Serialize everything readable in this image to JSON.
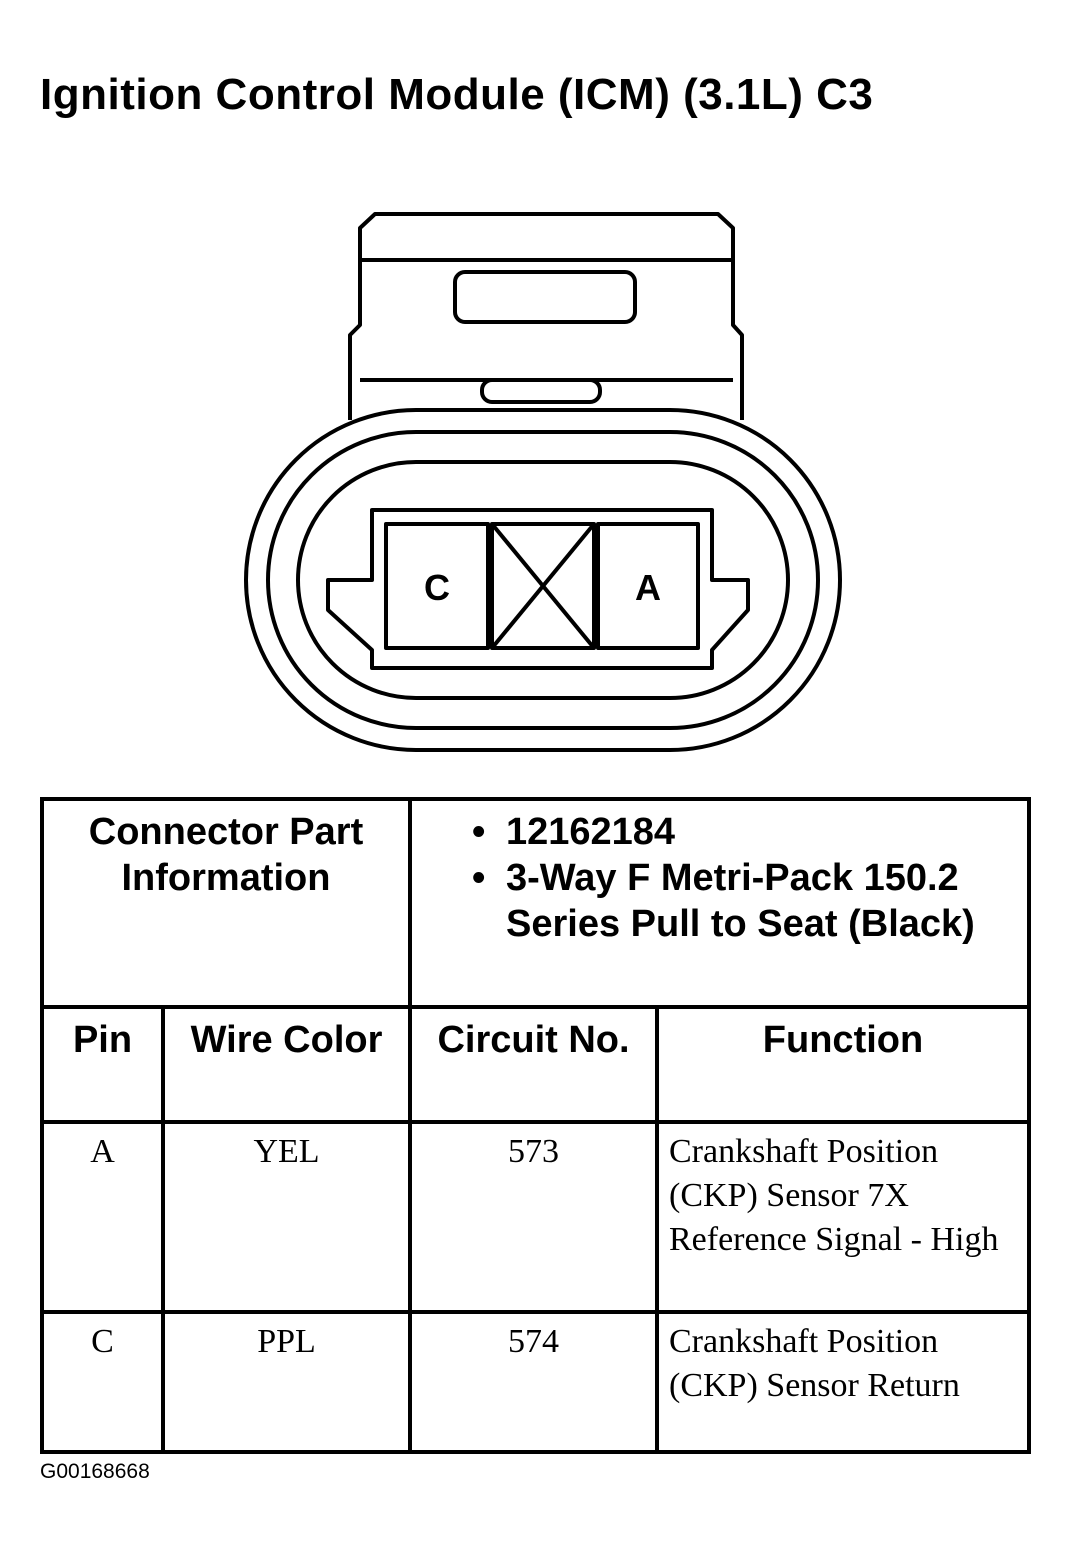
{
  "title": "Ignition Control Module (ICM) (3.1L) C3",
  "connector": {
    "cavity_left_label": "C",
    "cavity_right_label": "A"
  },
  "part_info": {
    "label": "Connector Part Information",
    "items": [
      "12162184",
      "3-Way F Metri-Pack 150.2 Series Pull to Seat (Black)"
    ]
  },
  "columns": {
    "pin": "Pin",
    "wire_color": "Wire Color",
    "circuit_no": "Circuit No.",
    "function": "Function"
  },
  "rows": [
    {
      "pin": "A",
      "wire_color": "YEL",
      "circuit": "573",
      "function": "Crankshaft Position (CKP) Sensor 7X Reference Signal - High"
    },
    {
      "pin": "C",
      "wire_color": "PPL",
      "circuit": "574",
      "function": "Crankshaft Position (CKP) Sensor Return"
    }
  ],
  "figure_code": "G00168668"
}
